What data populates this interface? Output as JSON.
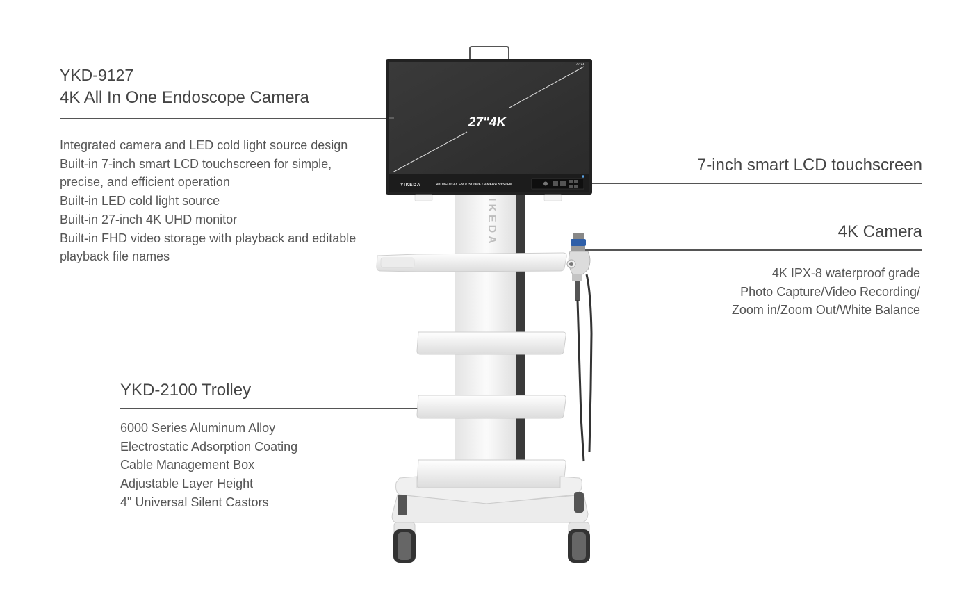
{
  "left_block": {
    "model": "YKD-9127",
    "title": "4K All In One Endoscope Camera",
    "features": [
      "Integrated camera and LED cold light source design",
      "Built-in 7-inch smart LCD touchscreen for simple, precise, and efficient operation",
      "Built-in LED cold light source",
      "Built-in 27-inch 4K UHD monitor",
      "Built-in FHD video storage with playback and editable playback file names"
    ]
  },
  "touchscreen_block": {
    "title": "7-inch smart LCD touchscreen"
  },
  "camera_block": {
    "title": "4K Camera",
    "features": [
      "4K IPX-8 waterproof grade",
      "Photo Capture/Video Recording/",
      "Zoom in/Zoom Out/White Balance"
    ]
  },
  "trolley_block": {
    "title": "YKD-2100 Trolley",
    "features": [
      "6000 Series Aluminum Alloy",
      "Electrostatic Adsorption Coating",
      "Cable Management Box",
      "Adjustable Layer Height",
      "4\" Universal Silent Castors"
    ]
  },
  "device": {
    "monitor_size_label": "27\"4K",
    "corner_label": "27\"4K",
    "brand": "YIKEDA",
    "system_label": "4K MEDICAL ENDOSCOPE CAMERA SYSTEM",
    "pole_brand": "IKEDA"
  },
  "colors": {
    "text": "#555555",
    "heading": "#444444",
    "rule": "#555555",
    "screen": "#333333",
    "trolley": "#f2f2f2"
  }
}
